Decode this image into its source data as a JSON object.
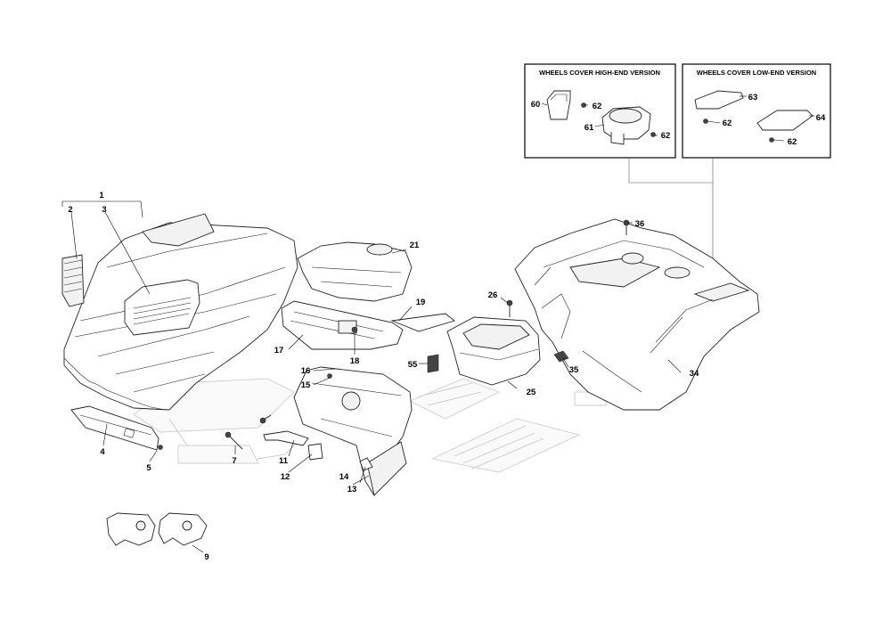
{
  "diagram": {
    "inset_boxes": [
      {
        "id": "high",
        "title": "WHEELS COVER HIGH-END VERSION"
      },
      {
        "id": "low",
        "title": "WHEELS COVER LOW-END VERSION"
      }
    ],
    "callouts": [
      {
        "id": "c1",
        "text": "1"
      },
      {
        "id": "c2",
        "text": "2"
      },
      {
        "id": "c3",
        "text": "3"
      },
      {
        "id": "c4",
        "text": "4"
      },
      {
        "id": "c5",
        "text": "5"
      },
      {
        "id": "c7",
        "text": "7"
      },
      {
        "id": "c9",
        "text": "9"
      },
      {
        "id": "c11",
        "text": "11"
      },
      {
        "id": "c12",
        "text": "12"
      },
      {
        "id": "c13",
        "text": "13"
      },
      {
        "id": "c14",
        "text": "14"
      },
      {
        "id": "c15",
        "text": "15"
      },
      {
        "id": "c16",
        "text": "16"
      },
      {
        "id": "c17",
        "text": "17"
      },
      {
        "id": "c18",
        "text": "18"
      },
      {
        "id": "c19",
        "text": "19"
      },
      {
        "id": "c21",
        "text": "21"
      },
      {
        "id": "c25",
        "text": "25"
      },
      {
        "id": "c26",
        "text": "26"
      },
      {
        "id": "c34",
        "text": "34"
      },
      {
        "id": "c35",
        "text": "35"
      },
      {
        "id": "c36",
        "text": "36"
      },
      {
        "id": "c55",
        "text": "55"
      },
      {
        "id": "c60",
        "text": "60"
      },
      {
        "id": "c61",
        "text": "61"
      },
      {
        "id": "c62a",
        "text": "62"
      },
      {
        "id": "c62b",
        "text": "62"
      },
      {
        "id": "c62c",
        "text": "62"
      },
      {
        "id": "c62d",
        "text": "62"
      },
      {
        "id": "c63",
        "text": "63"
      },
      {
        "id": "c64",
        "text": "64"
      }
    ]
  }
}
